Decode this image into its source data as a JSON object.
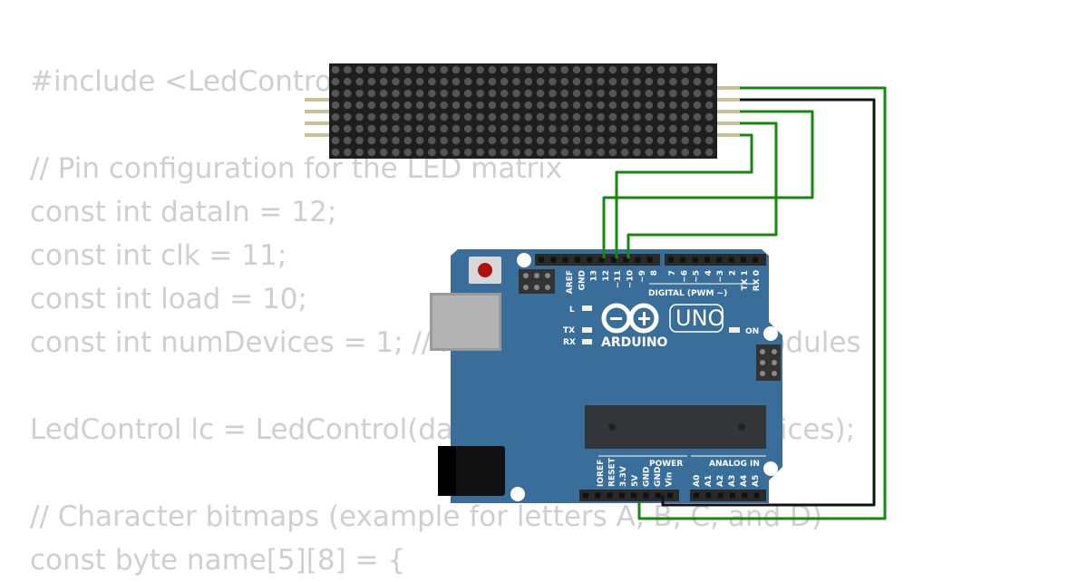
{
  "code_lines": [
    "#include <LedControl.h>",
    "",
    "// Pin configuration for the LED matrix",
    "const int dataIn = 12;",
    "const int clk = 11;",
    "const int load = 10;",
    "const int numDevices = 1; // Number of MAX7219 modules",
    "",
    "LedControl lc = LedControl(dataIn, clk, load, numDevices);",
    "",
    "// Character bitmaps (example for letters A, B, C, and D)",
    "const byte name[5][8] = {"
  ],
  "board": {
    "logo_text": "ARDUINO",
    "model": "UNO",
    "on_label": "ON",
    "l_label": "L",
    "tx_label": "TX",
    "rx_label": "RX",
    "digital_label": "DIGITAL (PWM ~)",
    "power_label": "POWER",
    "analog_label": "ANALOG IN",
    "digital_pins": [
      "AREF",
      "GND",
      "13",
      "12",
      "~11",
      "~10",
      "~9",
      "8",
      "7",
      "~6",
      "~5",
      "4",
      "~3",
      "2",
      "TX 1",
      "RX 0"
    ],
    "power_pins": [
      "IOREF",
      "RESET",
      "3.3V",
      "5V",
      "GND",
      "GND",
      "Vin"
    ],
    "analog_pins": [
      "A0",
      "A1",
      "A2",
      "A3",
      "A4",
      "A5"
    ]
  },
  "colors": {
    "board": "#3a6e9a",
    "matrix": "#1e1e1e",
    "led": "#555555",
    "wire_green": "#16880f",
    "wire_black": "#111111",
    "code_text": "#cfcfcf"
  }
}
